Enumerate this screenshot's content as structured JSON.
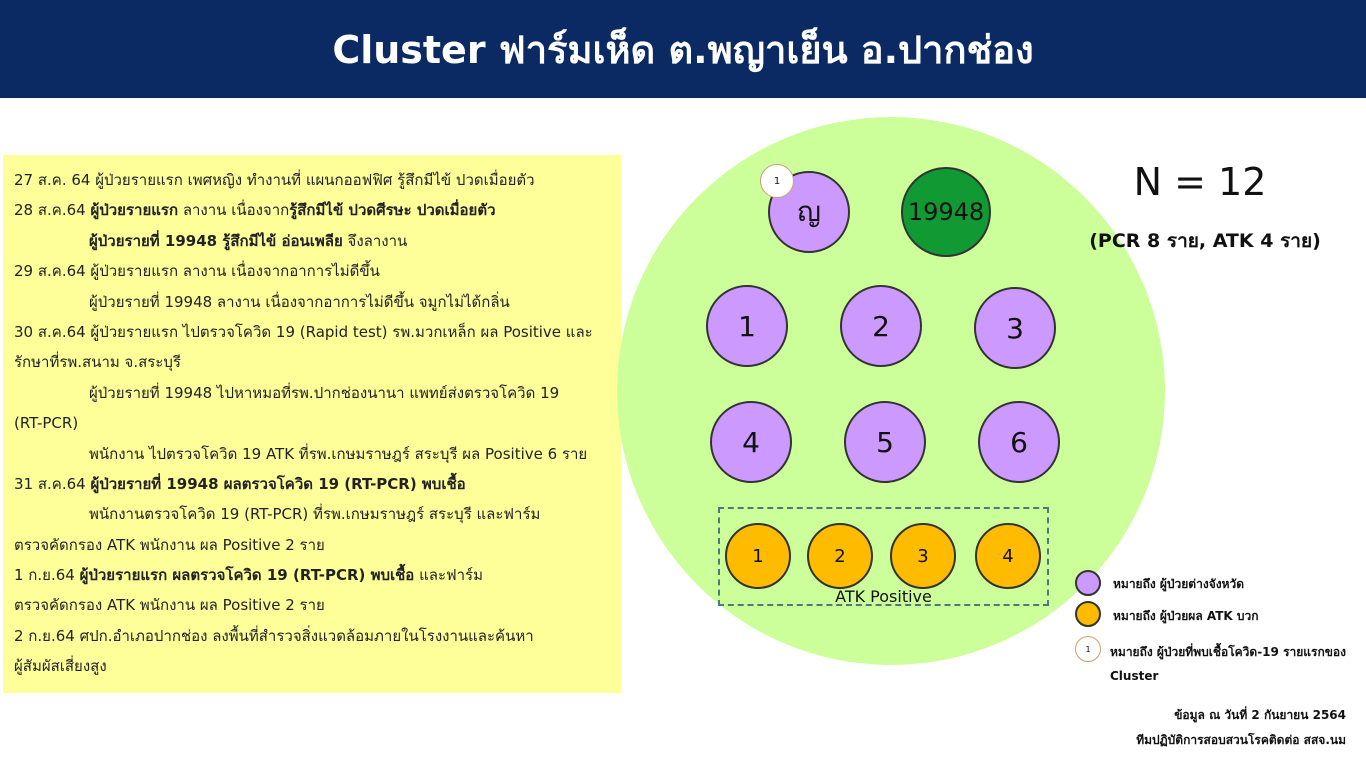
{
  "title": "Cluster ฟาร์มเห็ด ต.พญาเย็น อ.ปากช่อง",
  "timeline": [
    {
      "indent": false,
      "segments": [
        {
          "t": "27 ส.ค. 64 ผู้ป่วยรายแรก เพศหญิง ทำงานที่ แผนกออฟฟิศ รู้สึกมีไข้ ปวดเมื่อยตัว",
          "b": false
        }
      ]
    },
    {
      "indent": false,
      "segments": [
        {
          "t": "28 ส.ค.64 ",
          "b": false
        },
        {
          "t": "ผู้ป่วยรายแรก",
          "b": true
        },
        {
          "t": " ลางาน เนื่องจาก",
          "b": false
        },
        {
          "t": "รู้สึกมีไข้ ปวดศีรษะ ปวดเมื่อยตัว",
          "b": true
        }
      ]
    },
    {
      "indent": true,
      "segments": [
        {
          "t": "ผู้ป่วยรายที่ 19948 รู้สึกมีไข้ อ่อนเพลีย",
          "b": true
        },
        {
          "t": " จึงลางาน",
          "b": false
        }
      ]
    },
    {
      "indent": false,
      "segments": [
        {
          "t": "29 ส.ค.64 ผู้ป่วยรายแรก ลางาน เนื่องจากอาการไม่ดีขึ้น",
          "b": false
        }
      ]
    },
    {
      "indent": true,
      "segments": [
        {
          "t": "ผู้ป่วยรายที่ 19948 ลางาน เนื่องจากอาการไม่ดีขึ้น จมูกไม่ได้กลิ่น",
          "b": false
        }
      ]
    },
    {
      "indent": false,
      "segments": [
        {
          "t": "30 ส.ค.64 ผู้ป่วยรายแรก ไปตรวจโควิด 19 (Rapid test) รพ.มวกเหล็ก ผล Positive และ",
          "b": false
        }
      ]
    },
    {
      "indent": false,
      "segments": [
        {
          "t": "รักษาที่รพ.สนาม จ.สระบุรี",
          "b": false
        }
      ]
    },
    {
      "indent": true,
      "segments": [
        {
          "t": "ผู้ป่วยรายที่ 19948 ไปหาหมอที่รพ.ปากช่องนานา แพทย์ส่งตรวจโควิด 19",
          "b": false
        }
      ]
    },
    {
      "indent": false,
      "segments": [
        {
          "t": "(RT-PCR)",
          "b": false
        }
      ]
    },
    {
      "indent": true,
      "segments": [
        {
          "t": "พนักงาน ไปตรวจโควิด 19 ATK ที่รพ.เกษมราษฎร์ สระบุรี ผล Positive 6 ราย",
          "b": false
        }
      ]
    },
    {
      "indent": false,
      "segments": [
        {
          "t": "31 ส.ค.64 ",
          "b": false
        },
        {
          "t": "ผู้ป่วยรายที่ 19948 ผลตรวจโควิด 19 (RT-PCR) พบเชื้อ",
          "b": true
        }
      ]
    },
    {
      "indent": true,
      "segments": [
        {
          "t": "พนักงานตรวจโควิด 19 (RT-PCR) ที่รพ.เกษมราษฎร์ สระบุรี และฟาร์ม",
          "b": false
        }
      ]
    },
    {
      "indent": false,
      "segments": [
        {
          "t": "ตรวจคัดกรอง ATK พนักงาน ผล Positive 2 ราย",
          "b": false
        }
      ]
    },
    {
      "indent": false,
      "segments": [
        {
          "t": "1 ก.ย.64 ",
          "b": false
        },
        {
          "t": "ผู้ป่วยรายแรก ผลตรวจโควิด 19 (RT-PCR) พบเชื้อ",
          "b": true
        },
        {
          "t": " และฟาร์ม",
          "b": false
        }
      ]
    },
    {
      "indent": false,
      "segments": [
        {
          "t": "ตรวจคัดกรอง ATK พนักงาน ผล Positive 2 ราย",
          "b": false
        }
      ]
    },
    {
      "indent": false,
      "segments": [
        {
          "t": "2 ก.ย.64 ศปก.อำเภอปากช่อง ลงพื้นที่สำรวจสิ่งแวดล้อมภายในโรงงานและค้นหา",
          "b": false
        }
      ]
    },
    {
      "indent": false,
      "segments": [
        {
          "t": "ผู้สัมผัสเสี่ยงสูง",
          "b": false
        }
      ]
    }
  ],
  "diagram": {
    "index_case": "ญ",
    "index_badge": "1",
    "case_19948": "19948",
    "purple_cases": [
      "1",
      "2",
      "3",
      "4",
      "5",
      "6"
    ],
    "atk_cases": [
      "1",
      "2",
      "3",
      "4"
    ],
    "atk_label": "ATK Positive"
  },
  "summary": {
    "n": "N = 12",
    "breakdown": "(PCR 8 ราย, ATK 4 ราย)"
  },
  "legend": {
    "purple": "หมายถึง ผู้ป่วยต่างจังหวัด",
    "orange": "หมายถึง ผู้ป่วยผล ATK บวก",
    "badge_num": "1",
    "badge": "หมายถึง ผู้ป่วยที่พบเชื้อโควิด-19 รายแรกของ Cluster"
  },
  "footer": {
    "date": "ข้อมูล ณ วันที่ 2 กันยายน 2564",
    "team": "ทีมปฏิบัติการสอบสวนโรคติดต่อ สสจ.นม"
  },
  "colors": {
    "header": "#0b2a63",
    "timeline_bg": "#ffff99",
    "cluster_bg": "#ccff99",
    "purple": "#cc99ff",
    "green": "#119933",
    "orange": "#ffbb00"
  }
}
